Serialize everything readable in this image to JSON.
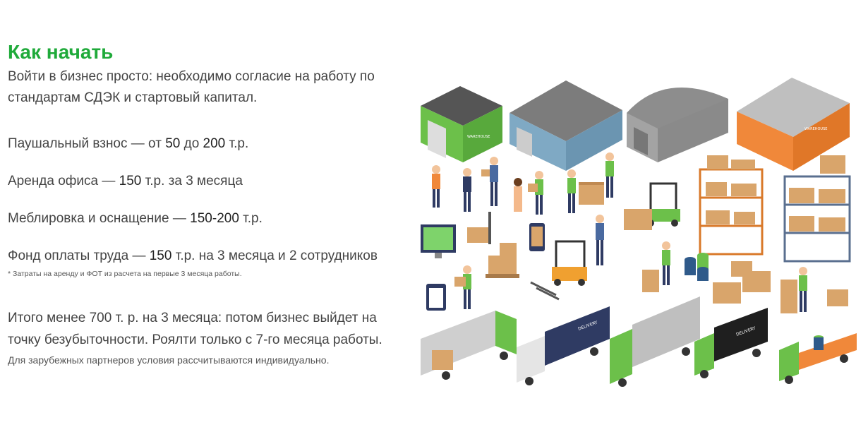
{
  "section": {
    "title": "Как начать",
    "intro": "Войти в бизнес просто: необходимо согласие на работу по стандартам СДЭК и стартовый капитал.",
    "costs": [
      {
        "before": "Паушальный взнос — от ",
        "num1": "50",
        "mid": " до ",
        "num2": "200",
        "after": " т.р."
      },
      {
        "before": "Аренда офиса — ",
        "num1": "150",
        "mid": " т.р. за 3 месяца",
        "num2": "",
        "after": ""
      },
      {
        "before": "Меблировка и оснащение — ",
        "num1": "150-200",
        "mid": " т.р.",
        "num2": "",
        "after": ""
      },
      {
        "before": "Фонд оплаты труда — ",
        "num1": "150",
        "mid": " т.р. на 3 месяца и 2 сотрудников",
        "num2": "",
        "after": ""
      }
    ],
    "footnote": "* Затраты на аренду и ФОТ из расчета на первые 3 месяца работы.",
    "summary": "Итого менее 700 т. р. на 3 месяца: потом бизнес выйдет на точку безубыточности. Роялти только с 7-го месяца работы.",
    "note": "Для зарубежных партнеров условия рассчитываются индивидуально."
  },
  "illustration": {
    "warehouse_sign": "WAREHOUSE",
    "truck_label": "DELIVERY",
    "colors": {
      "green": "#6cc04a",
      "blue": "#7fa9c4",
      "gray": "#9a9a9a",
      "orange": "#f0883a",
      "box": "#d9a56b",
      "navy": "#2f3b63",
      "title": "#1faa3a"
    }
  }
}
